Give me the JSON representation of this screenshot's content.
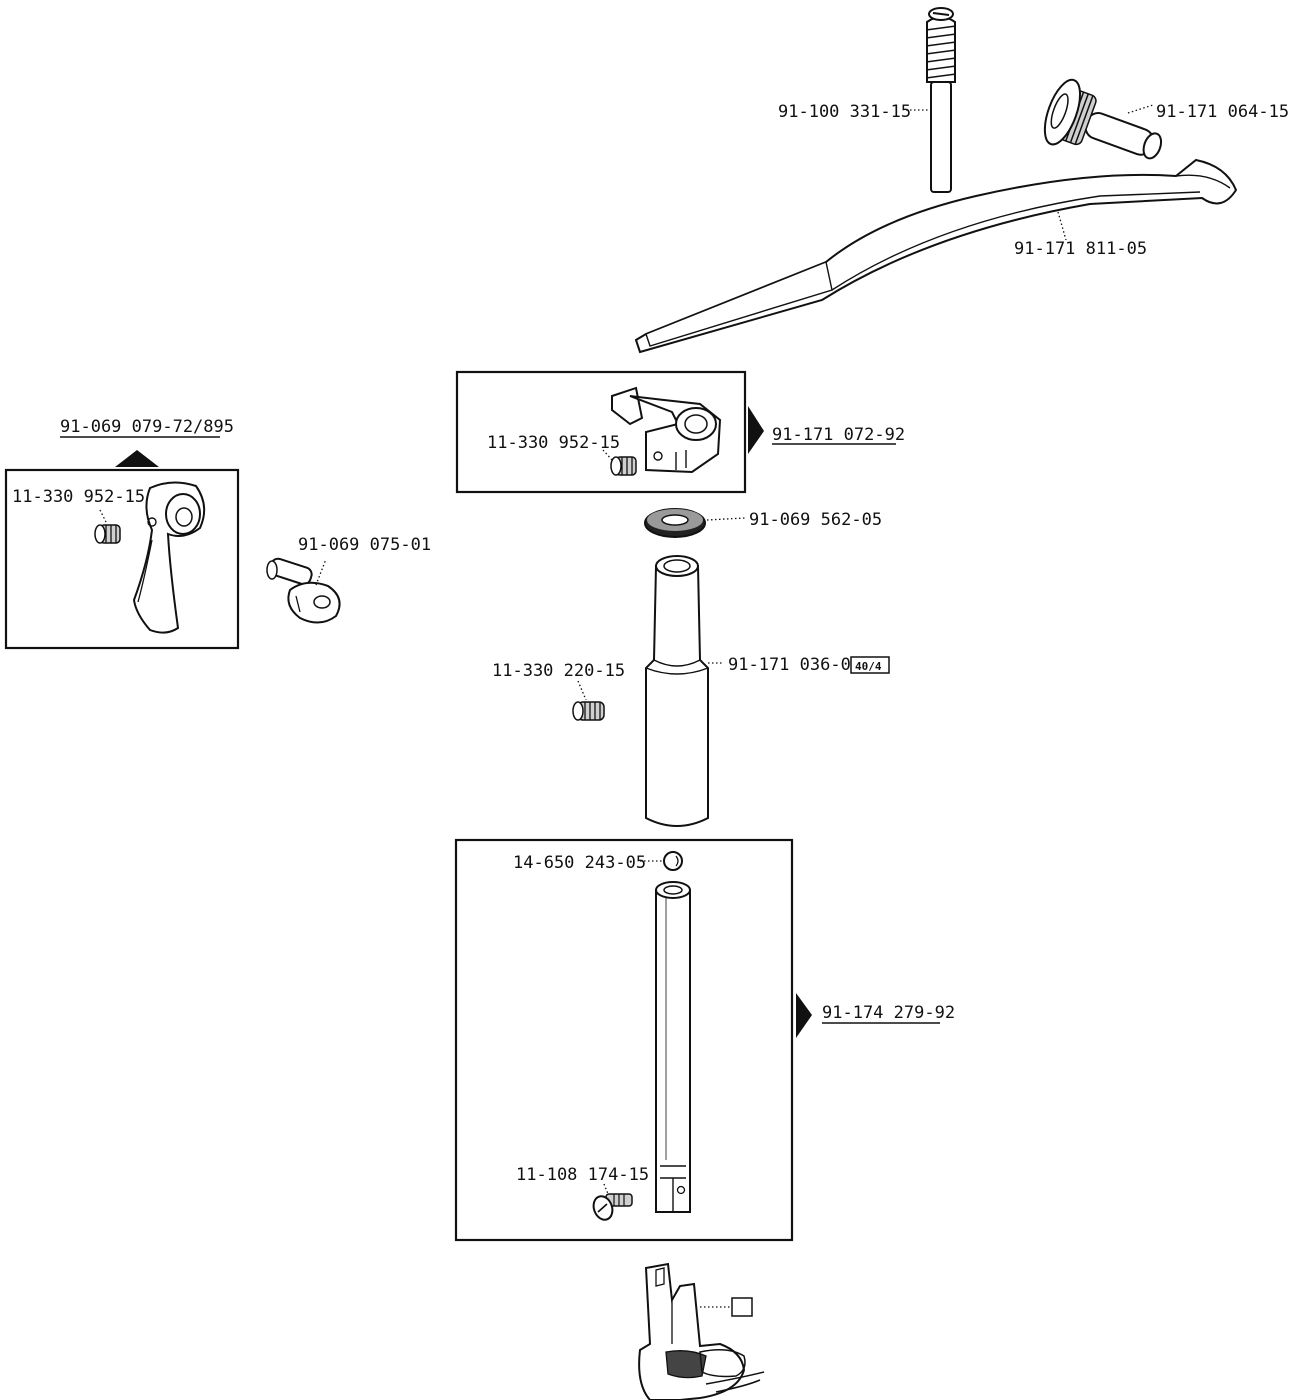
{
  "parts": {
    "p1": "91-100 331-15",
    "p2": "91-171 064-15",
    "p3": "91-171 811-05",
    "p4": "11-330 952-15",
    "p5": "91-171 072-92",
    "p6": "91-069 079-72/895",
    "p7": "11-330 952-15",
    "p8": "91-069 075-01",
    "p9": "91-069 562-05",
    "p10": "11-330 220-15",
    "p11": "91-171 036-05",
    "p11_badge": "40/4",
    "p12": "14-650 243-05",
    "p13": "91-174 279-92",
    "p14": "11-108 174-15"
  },
  "colors": {
    "ink": "#111111",
    "paper": "#ffffff",
    "shade": "#cfcfcf"
  },
  "icons": [
    "thumb-screw-icon",
    "threaded-pin-icon",
    "presser-bar-lifter-icon",
    "presser-foot-icon",
    "triangle-pointer-icon",
    "empty-checkbox-icon"
  ]
}
